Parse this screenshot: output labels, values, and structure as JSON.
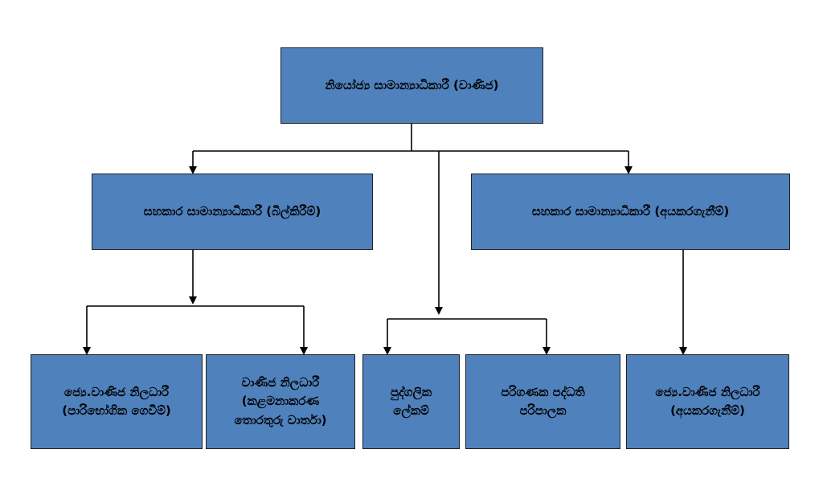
{
  "chart": {
    "root": "නියෝජ්‍ය සාමාන්‍යාධිකාරී (වාණිජ)",
    "billing_agm": "සහකාර සාමාන්‍යාධිකාරී (බිල්කිරීම්)",
    "revenue_agm": "සහකාර සාමාන්‍යාධිකාරී (අයකරගැනීම්)",
    "coa_consumer_payments": "ජ්‍යෙ.වාණිජ නිලධාරී\n(පාරිභෝගික ගෙවීම්)",
    "co_admin_info": "වාණිජ නිලධාරී\n(කළමනාකරණ\nතොරතුරු වාර්තා)",
    "personal_secretary": "පුද්ගලික\nලේකම්",
    "system_administrator": "පරිගණක පද්ධති\nපරිපාලක",
    "coa_revenue": "ජ්‍යෙ.වාණිජ නිලධාරී\n(අයකරගැනීම්)"
  },
  "colors": {
    "box_fill": "#4f81bd",
    "box_border": "#1f1f1f",
    "connector": "#000000"
  }
}
